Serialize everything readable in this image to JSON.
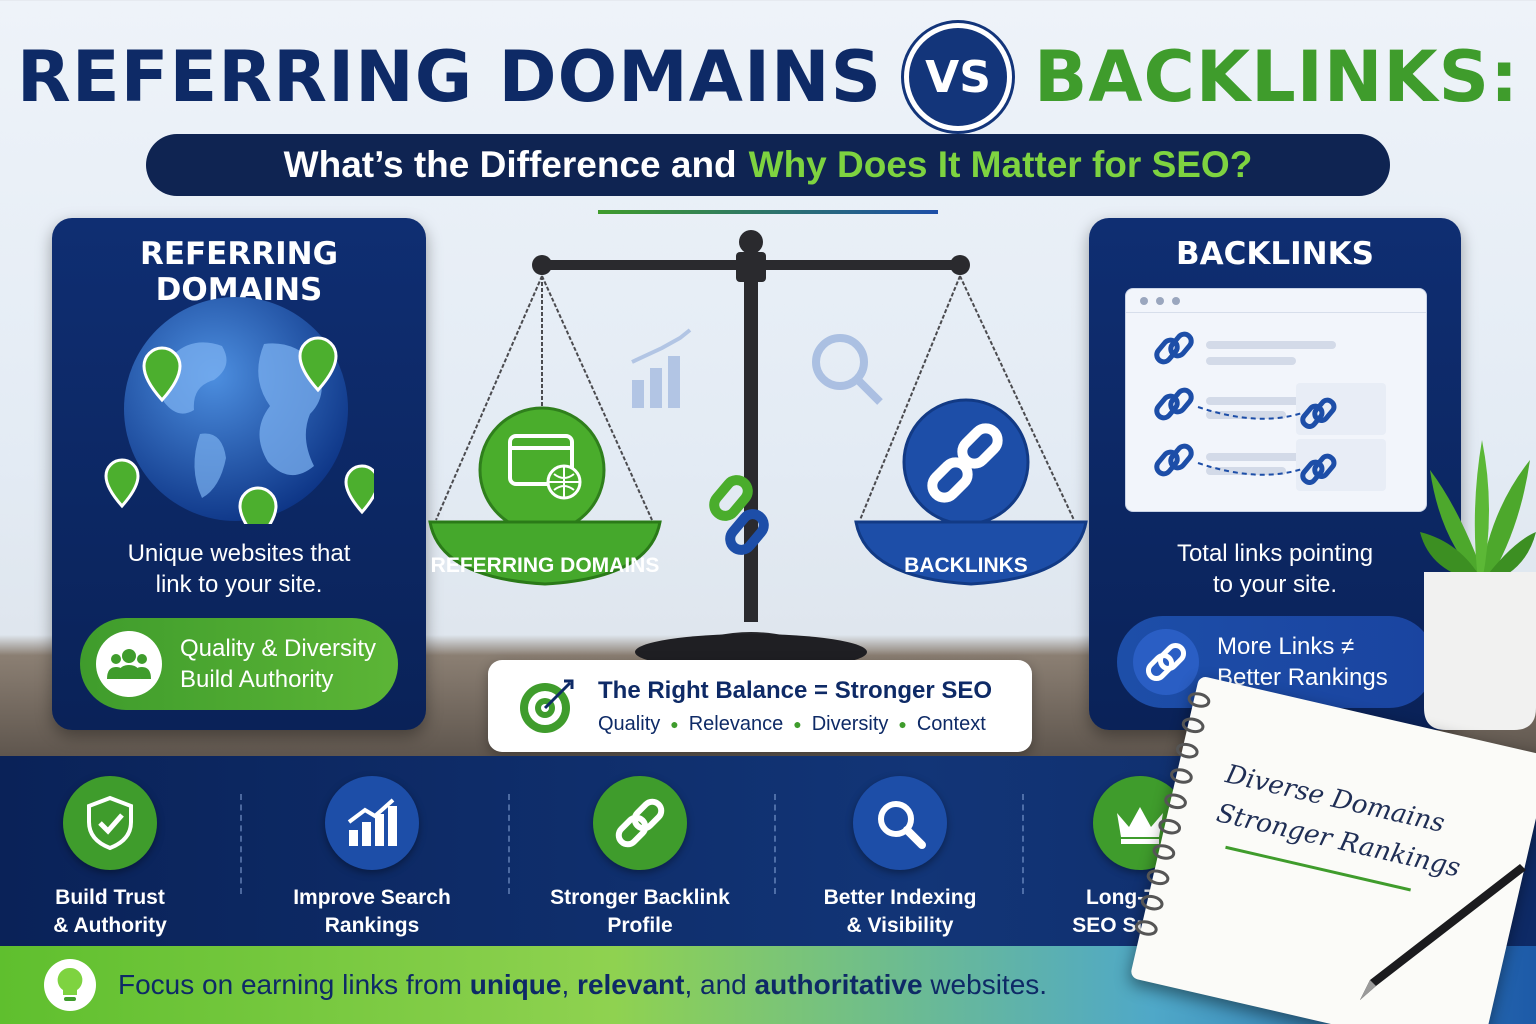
{
  "title": {
    "left": "REFERRING DOMAINS",
    "vs": "VS",
    "right": "BACKLINKS:"
  },
  "subtitle": {
    "part1": "What’s the Difference and",
    "part2": "Why Does It Matter for SEO?"
  },
  "left_panel": {
    "heading": "REFERRING DOMAINS",
    "line1": "Unique websites that",
    "line2": "link to your site.",
    "pill_line1": "Quality & Diversity",
    "pill_line2": "Build Authority",
    "icons": [
      "globe-icon",
      "map-pin-icon",
      "users-group-icon"
    ]
  },
  "right_panel": {
    "heading": "BACKLINKS",
    "line1": "Total links pointing",
    "line2": "to your site.",
    "pill_line1": "More Links ≠",
    "pill_line2": "Better Rankings",
    "icons": [
      "browser-window-icon",
      "chain-link-icon"
    ]
  },
  "scale": {
    "left_pan_label": "REFERRING DOMAINS",
    "right_pan_label": "BACKLINKS",
    "icons": [
      "balance-scale-icon",
      "web-globe-icon",
      "chain-link-icon",
      "magnifier-icon",
      "bar-chart-icon"
    ]
  },
  "balance": {
    "title": "The Right Balance = Stronger SEO",
    "keywords": [
      "Quality",
      "Relevance",
      "Diversity",
      "Context"
    ],
    "icon": "target-icon"
  },
  "benefits": [
    {
      "line1": "Build Trust",
      "line2": "& Authority",
      "icon": "shield-check-icon",
      "color": "#3f9c2c"
    },
    {
      "line1": "Improve Search",
      "line2": "Rankings",
      "icon": "growth-chart-icon",
      "color": "#1d4ea8"
    },
    {
      "line1": "Stronger Backlink",
      "line2": "Profile",
      "icon": "chain-link-icon",
      "color": "#3f9c2c"
    },
    {
      "line1": "Better Indexing",
      "line2": "& Visibility",
      "icon": "magnifier-icon",
      "color": "#1d4ea8"
    },
    {
      "line1": "Long-Term",
      "line2": "SEO Success",
      "icon": "crown-icon",
      "color": "#3f9c2c"
    }
  ],
  "footer": {
    "pre": "Focus on earning links from",
    "k1": "unique",
    "c1": ",",
    "k2": "relevant",
    "c2": ", and",
    "k3": "authoritative",
    "post": "websites.",
    "icon": "lightbulb-icon"
  },
  "notebook": {
    "line1": "Diverse Domains",
    "line2": "Stronger Rankings"
  },
  "colors": {
    "navy": "#0e2a66",
    "green": "#3f9c2c",
    "blue": "#1d4ea8",
    "light_green": "#7ed340"
  }
}
